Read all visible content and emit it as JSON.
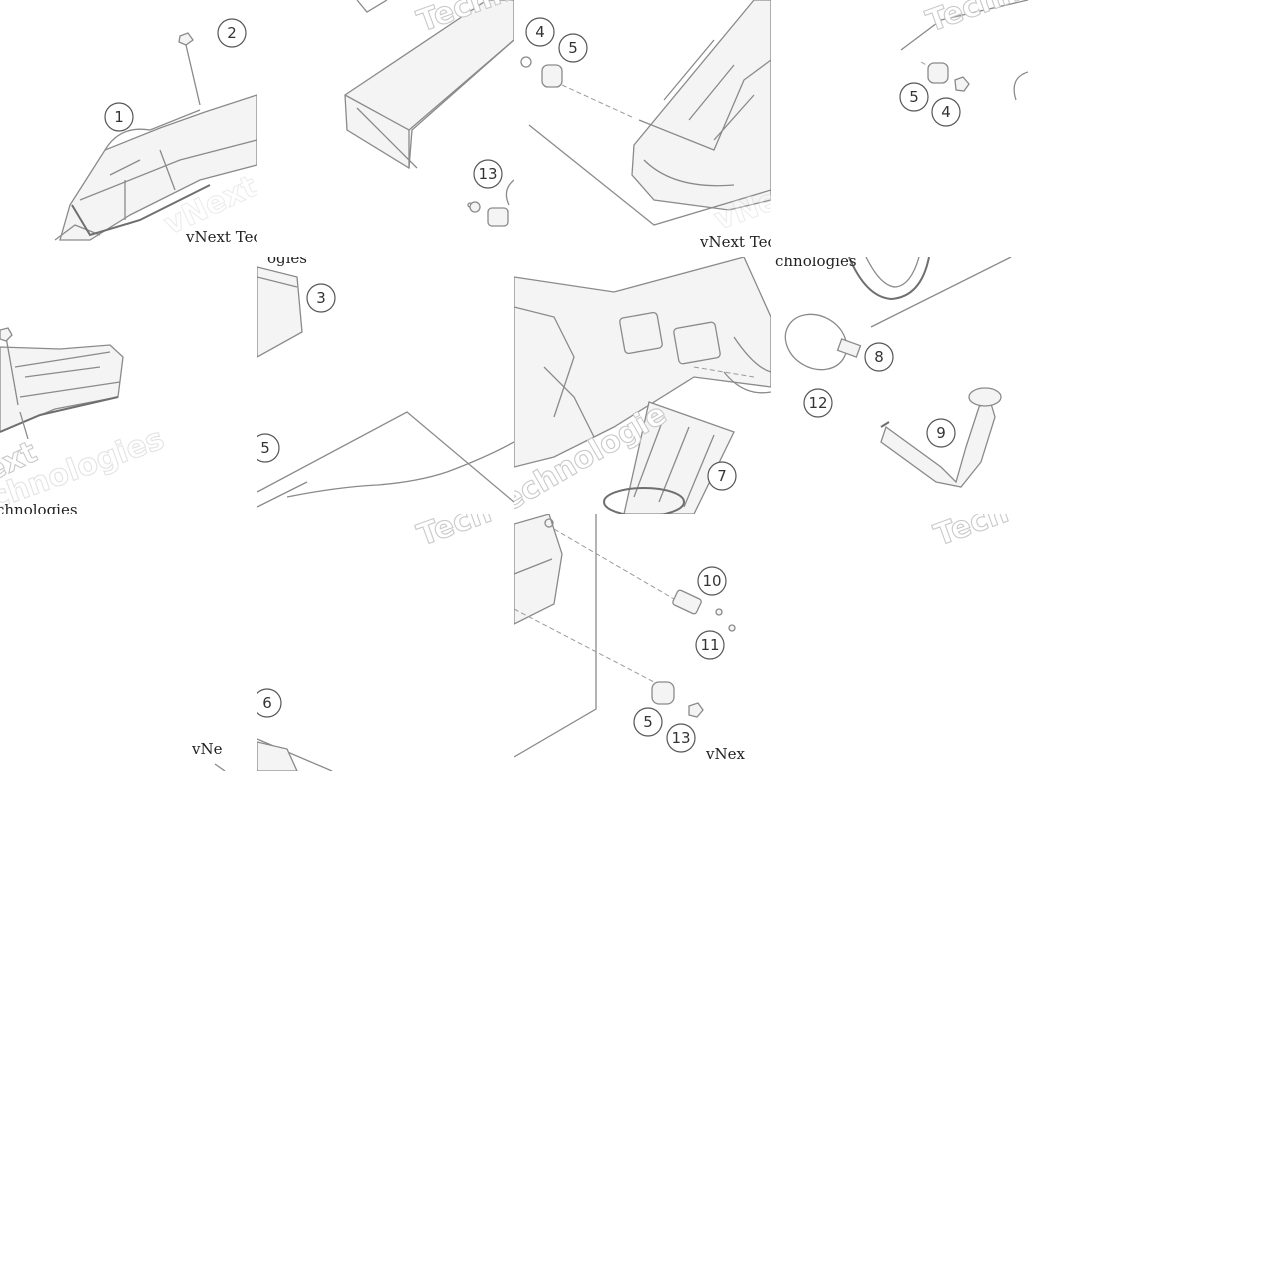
{
  "watermark": {
    "brand_small": "vNext Technologies",
    "brand_big": "vNext Technologies"
  },
  "tiles": [
    {
      "id": "r0c0",
      "callouts": [
        "1",
        "2"
      ],
      "wm_small": "vNext Tec"
    },
    {
      "id": "r0c1",
      "callouts": [
        "13"
      ],
      "wm_big": "Techno"
    },
    {
      "id": "r0c2",
      "callouts": [
        "4",
        "5"
      ],
      "wm_small": "vNext Tec"
    },
    {
      "id": "r0c3",
      "callouts": [
        "5",
        "4"
      ],
      "wm_big": "Techno"
    },
    {
      "id": "r1c0",
      "wm_small": "chnologies",
      "wm_big": "ext"
    },
    {
      "id": "r1c1",
      "callouts": [
        "3",
        "5"
      ],
      "wm_small": "ogies"
    },
    {
      "id": "r1c2",
      "callouts": [
        "7"
      ],
      "wm_big": "echnologie"
    },
    {
      "id": "r1c3",
      "callouts": [
        "8",
        "12",
        "9"
      ],
      "wm_small": "chnologies"
    },
    {
      "id": "r2c0",
      "wm_small": "vNe"
    },
    {
      "id": "r2c1",
      "callouts": [
        "6"
      ],
      "wm_big": "Tech"
    },
    {
      "id": "r2c2",
      "callouts": [
        "10",
        "11",
        "5",
        "13"
      ],
      "wm_small": "vNex"
    },
    {
      "id": "r2c3",
      "wm_big": "Tech"
    }
  ]
}
